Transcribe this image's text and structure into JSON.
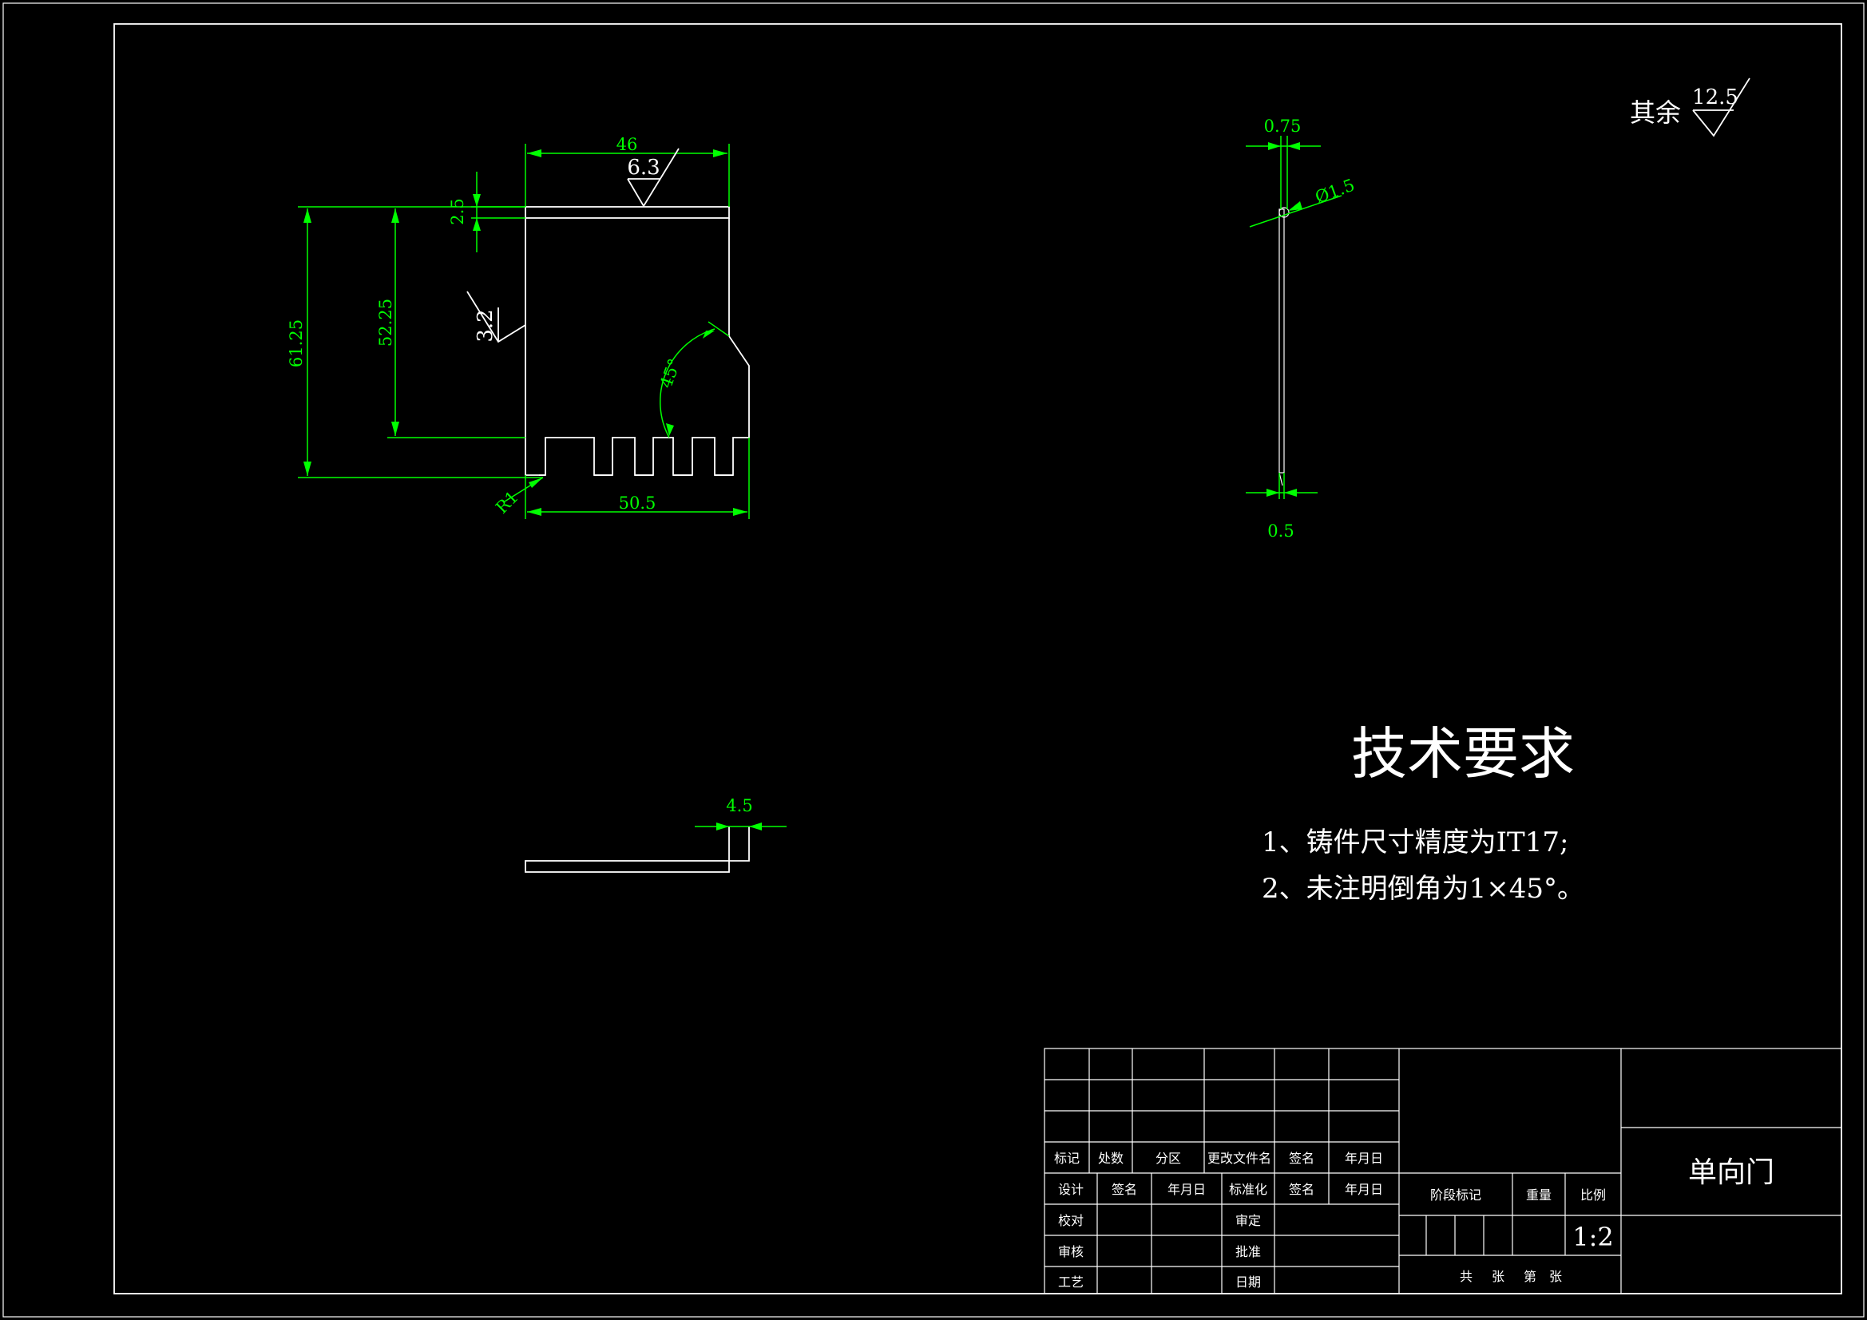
{
  "colors": {
    "background": "#000000",
    "geometry": "#ffffff",
    "dimension": "#00ff00"
  },
  "roughness": {
    "other_label": "其余",
    "other_value": "12.5",
    "top_value": "6.3",
    "side_value": "3.2"
  },
  "front_view_dims": {
    "width_top": "46",
    "thickness_top": "2.5",
    "height_total": "61.25",
    "height_body": "52.25",
    "angle": "45°",
    "radius": "R1",
    "width_bottom": "50.5"
  },
  "side_view_dims": {
    "top_width": "0.75",
    "hole": "Ø1.5",
    "bottom_width": "0.5"
  },
  "bottom_view_dims": {
    "tab": "4.5"
  },
  "tech_req": {
    "title": "技术要求",
    "items": [
      "1、铸件尺寸精度为IT17;",
      "2、未注明倒角为1×45°。"
    ]
  },
  "title_block": {
    "labels": {
      "mark": "标记",
      "count": "处数",
      "zone": "分区",
      "change_doc": "更改文件名",
      "sign": "签名",
      "date": "年月日",
      "design": "设计",
      "sign2": "签名",
      "date2": "年月日",
      "standard": "标准化",
      "sign3": "签名",
      "date3": "年月日",
      "check": "校对",
      "review": "审定",
      "audit": "审核",
      "approve": "批准",
      "process": "工艺",
      "day": "日期",
      "stage": "阶段标记",
      "weight": "重量",
      "scale_label": "比例",
      "sheet_total": "共",
      "sheet_unit": "张",
      "sheet_no": "第",
      "sheet_unit2": "张"
    },
    "scale": "1:2",
    "part_name": "单向门"
  }
}
